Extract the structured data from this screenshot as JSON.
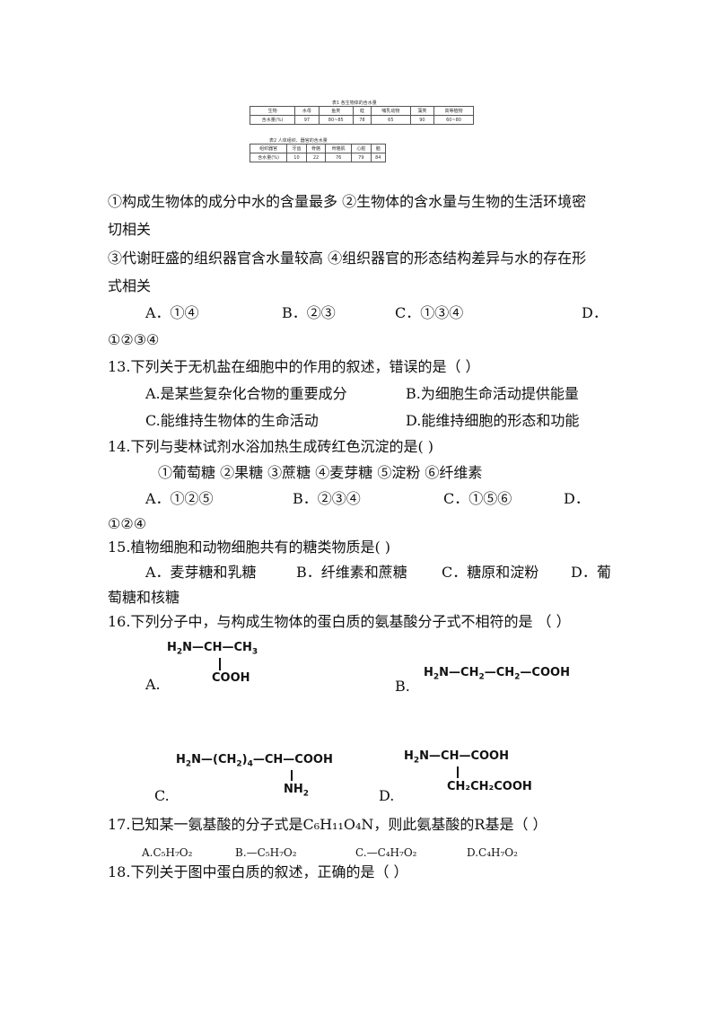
{
  "table1": {
    "caption": "表1  各生物体的含水量",
    "header": [
      "生物",
      "水母",
      "鱼类",
      "蛙",
      "哺乳动物",
      "藻类",
      "高等植物"
    ],
    "row_label": "含水量(%)",
    "values": [
      "97",
      "80~85",
      "78",
      "65",
      "90",
      "60~80"
    ]
  },
  "table2": {
    "caption": "表2  人体组织、器官的含水量",
    "header": [
      "组织器官",
      "牙齿",
      "骨骼",
      "骨骼肌",
      "心脏",
      "脑"
    ],
    "row_label": "含水量(%)",
    "values": [
      "10",
      "22",
      "76",
      "79",
      "84"
    ]
  },
  "q12": {
    "line1": "①构成生物体的成分中水的含量最多  ②生物体的含水量与生物的生活环境密",
    "line2": "切相关",
    "line3": "③代谢旺盛的组织器官含水量较高  ④组织器官的形态结构差异与水的存在形",
    "line4": "式相关",
    "opt_a": "A．①④",
    "opt_b": "B．②③",
    "opt_c": "C．①③④",
    "opt_d": "D．",
    "opt_d_cont": "①②③④"
  },
  "q13": {
    "stem": "13.下列关于无机盐在细胞中的作用的叙述，错误的是（    ）",
    "opt_a": "A.是某些复杂化合物的重要成分",
    "opt_b": "B.为细胞生命活动提供能量",
    "opt_c": "C.能维持生物体的生命活动",
    "opt_d": "D.能维持细胞的形态和功能"
  },
  "q14": {
    "stem": "14.下列与斐林试剂水浴加热生成砖红色沉淀的是(    )",
    "items": "①葡萄糖 ②果糖 ③蔗糖  ④麦芽糖  ⑤淀粉 ⑥纤维素",
    "opt_a": "A．①②⑤",
    "opt_b": "B．②③④",
    "opt_c": "C．①⑤⑥",
    "opt_d": "D．",
    "opt_d_cont": "①②④"
  },
  "q15": {
    "stem": "15.植物细胞和动物细胞共有的糖类物质是(    )",
    "opt_a": "A．麦芽糖和乳糖",
    "opt_b": "B．纤维素和蔗糖",
    "opt_c": "C．糖原和淀粉",
    "opt_d": "D．葡",
    "opt_d_cont": "萄糖和核糖"
  },
  "q16": {
    "stem": "16.下列分子中，与构成生物体的蛋白质的氨基酸分子式不相符的是  （    ）",
    "label_a": "A.",
    "label_b": "B.",
    "label_c": "C.",
    "label_d": "D.",
    "a_cooh": "COOH",
    "c_nh2": "NH",
    "d_cooh": "COOH",
    "d_chain": "CH₂CH₂COOH"
  },
  "q17": {
    "stem": "17.已知某一氨基酸的分子式是C₆H₁₁O₄N，则此氨基酸的R基是（    ）",
    "opt_a": "A.C₅H₇O₂",
    "opt_b": "B.—C₅H₇O₂",
    "opt_c": "C.—C₄H₇O₂",
    "opt_d": "D.C₄H₇O₂"
  },
  "q18": {
    "stem": "18.下列关于图中蛋白质的叙述，正确的是（    ）"
  }
}
